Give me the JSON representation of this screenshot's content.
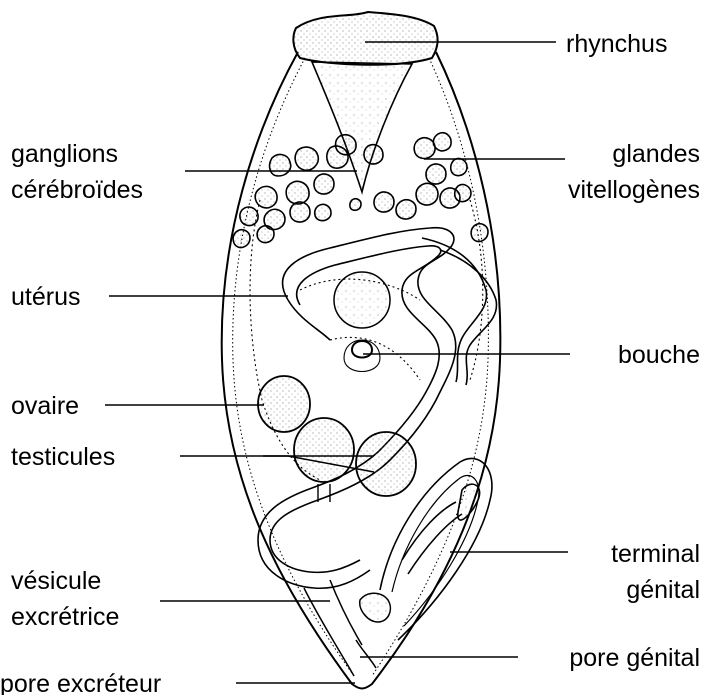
{
  "labels": {
    "rhynchus": "rhynchus",
    "ganglions_line1": "ganglions",
    "ganglions_line2": "cérébroïdes",
    "glandes_line1": "glandes",
    "glandes_line2": "vitellogènes",
    "uterus": "utérus",
    "bouche": "bouche",
    "ovaire": "ovaire",
    "testicules": "testicules",
    "terminal_line1": "terminal",
    "terminal_line2": "génital",
    "vesicule_line1": "vésicule",
    "vesicule_line2": "excrétrice",
    "pore_genital": "pore génital",
    "pore_excreteur": "pore excréteur"
  },
  "colors": {
    "ink": "#000000",
    "background": "#ffffff",
    "stipple": "#555555"
  }
}
